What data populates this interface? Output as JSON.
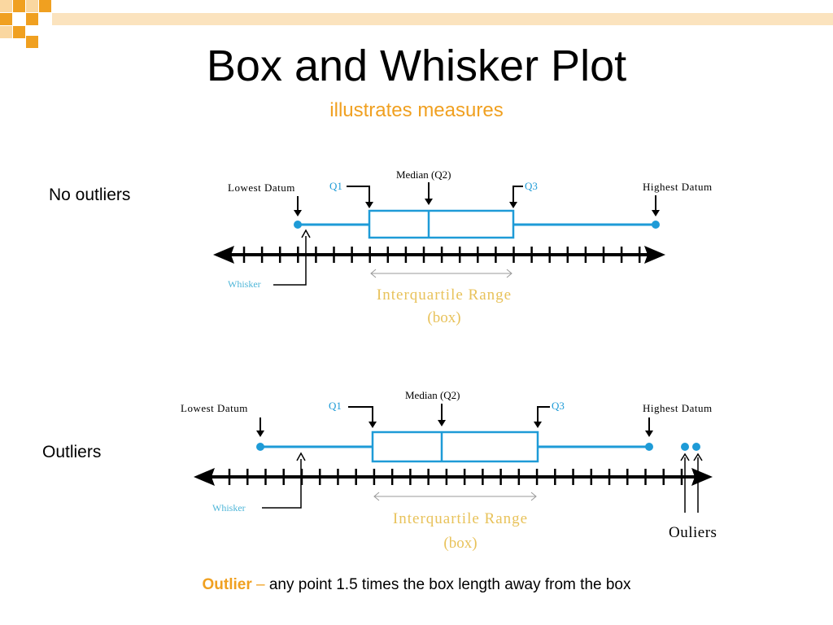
{
  "slide": {
    "title": "Box and Whisker Plot",
    "subtitle": "illustrates measures",
    "footnote": {
      "keyword": "Outlier",
      "dash": " – ",
      "text": "any point 1.5 times the box length away from the box"
    }
  },
  "colors": {
    "accent": "#F0A020",
    "deco_light": "#FAD7A0",
    "box_blue": "#1E9BD7",
    "whisker_label": "#4FB6D8",
    "iqr_label": "#E8C25A",
    "axis": "#000000"
  },
  "diagram_top": {
    "side_label": "No outliers",
    "lowest_datum": "Lowest Datum",
    "q1": "Q1",
    "median": "Median (Q2)",
    "q3": "Q3",
    "highest_datum": "Highest Datum",
    "whisker": "Whisker",
    "iqr": "Interquartile Range",
    "box": "(box)"
  },
  "diagram_bottom": {
    "side_label": "Outliers",
    "lowest_datum": "Lowest Datum",
    "q1": "Q1",
    "median": "Median (Q2)",
    "q3": "Q3",
    "highest_datum": "Highest Datum",
    "whisker": "Whisker",
    "iqr": "Interquartile Range",
    "box": "(box)",
    "outliers": "Ouliers"
  }
}
